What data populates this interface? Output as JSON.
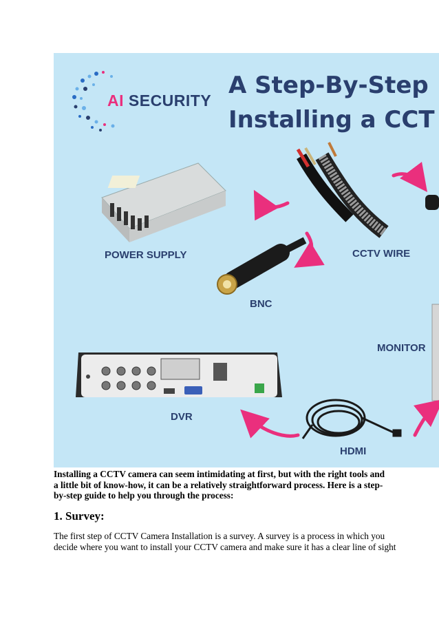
{
  "figure": {
    "brand_ai": "AI",
    "brand_rest": "SECURITY",
    "headline_line1": "A Step-By-Step",
    "headline_line2": "Installing a CCT",
    "labels": {
      "power_supply": "POWER SUPPLY",
      "cctv_wire": "CCTV WIRE",
      "bnc": "BNC",
      "monitor": "MONITOR",
      "dvr": "DVR",
      "hdmi": "HDMI"
    },
    "colors": {
      "background": "#c4e6f6",
      "navy": "#2a3f6e",
      "pink": "#ea2f7d"
    }
  },
  "article": {
    "intro": "Installing a CCTV camera can seem intimidating at first, but with the right tools and a little bit of know-how, it can be a relatively straightforward process. Here is a step-by-step guide to help you through the process:",
    "section_heading": "1. Survey:",
    "section_body": "The first step of CCTV Camera Installation is a survey. A survey is a process in which you decide where you want to install your CCTV camera and make sure it has a clear line of sight"
  }
}
